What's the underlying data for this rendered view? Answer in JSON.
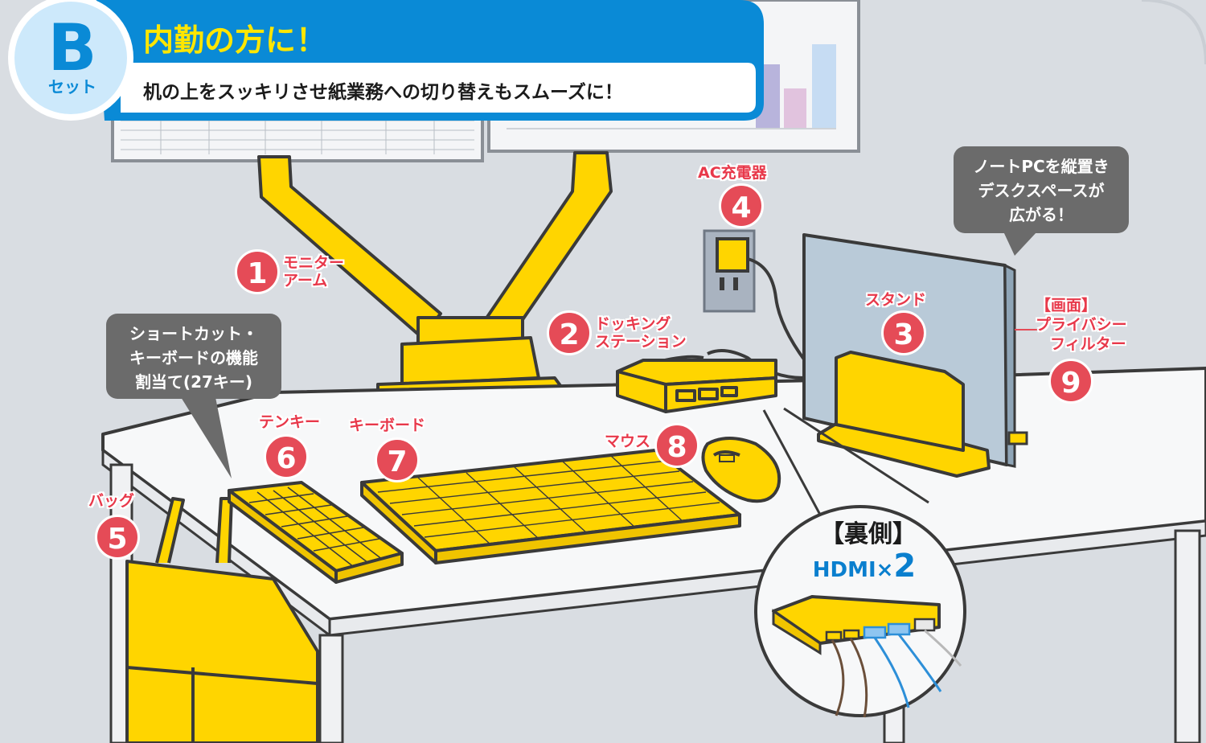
{
  "banner": {
    "badge_letter": "B",
    "badge_sub": "セット",
    "title": "内勤の方に！",
    "subtitle": "机の上をスッキリさせ紙業務への切り替えもスムーズに！"
  },
  "items": [
    {
      "number": "1",
      "label_lines": [
        "モニター",
        "アーム"
      ]
    },
    {
      "number": "2",
      "label_lines": [
        "ドッキング",
        "ステーション"
      ]
    },
    {
      "number": "3",
      "label_lines": [
        "スタンド"
      ]
    },
    {
      "number": "4",
      "label_lines": [
        "AC充電器"
      ]
    },
    {
      "number": "5",
      "label_lines": [
        "バッグ"
      ]
    },
    {
      "number": "6",
      "label_lines": [
        "テンキー"
      ]
    },
    {
      "number": "7",
      "label_lines": [
        "キーボード"
      ]
    },
    {
      "number": "8",
      "label_lines": [
        "マウス"
      ]
    },
    {
      "number": "9",
      "label_lines": [
        "【画面】",
        "プライバシー",
        "フィルター"
      ]
    }
  ],
  "callouts": {
    "keyboard": [
      "ショートカット・",
      "キーボードの機能",
      "割当て(27キー)"
    ],
    "stand": [
      "ノートPCを縦置き",
      "デスクスペースが",
      "広がる！"
    ]
  },
  "zoom": {
    "title": "【裏側】",
    "hdmi_text": "HDMI×",
    "hdmi_count": "2"
  },
  "colors": {
    "background": "#d9dde2",
    "banner_blue": "#0a8ad6",
    "banner_title": "#ffe600",
    "product_yellow": "#ffd500",
    "outline": "#3a3a3a",
    "badge_red": "#e54b57",
    "callout_gray": "#6b6b6b",
    "cable_blue": "#2d8fd8"
  }
}
